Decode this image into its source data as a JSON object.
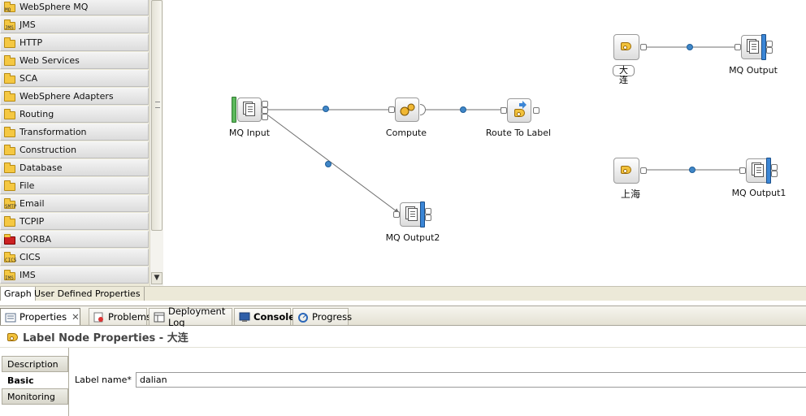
{
  "palette": {
    "items": [
      {
        "label": "WebSphere MQ",
        "icon": "mq-folder-icon",
        "tag": "MQ"
      },
      {
        "label": "JMS",
        "icon": "jms-folder-icon",
        "tag": "JMS"
      },
      {
        "label": "HTTP",
        "icon": "http-folder-icon",
        "tag": ""
      },
      {
        "label": "Web Services",
        "icon": "web-services-folder-icon",
        "tag": ""
      },
      {
        "label": "SCA",
        "icon": "sca-folder-icon",
        "tag": ""
      },
      {
        "label": "WebSphere Adapters",
        "icon": "adapters-folder-icon",
        "tag": ""
      },
      {
        "label": "Routing",
        "icon": "routing-folder-icon",
        "tag": ""
      },
      {
        "label": "Transformation",
        "icon": "transformation-folder-icon",
        "tag": ""
      },
      {
        "label": "Construction",
        "icon": "construction-folder-icon",
        "tag": ""
      },
      {
        "label": "Database",
        "icon": "database-folder-icon",
        "tag": ""
      },
      {
        "label": "File",
        "icon": "file-folder-icon",
        "tag": ""
      },
      {
        "label": "Email",
        "icon": "email-folder-icon",
        "tag": "SMTP"
      },
      {
        "label": "TCPIP",
        "icon": "tcpip-folder-icon",
        "tag": ""
      },
      {
        "label": "CORBA",
        "icon": "corba-folder-icon",
        "tag": ""
      },
      {
        "label": "CICS",
        "icon": "cics-folder-icon",
        "tag": "CICS"
      },
      {
        "label": "IMS",
        "icon": "ims-folder-icon",
        "tag": "IMS"
      }
    ]
  },
  "canvas": {
    "nodes": {
      "mq_input": "MQ Input",
      "compute": "Compute",
      "route_to_label": "Route To Label",
      "mq_output2": "MQ Output2",
      "label_dalian": "大连",
      "mq_output": "MQ Output",
      "label_shanghai": "上海",
      "mq_output1": "MQ Output1"
    },
    "colors": {
      "connection": "#6f6f6f",
      "bend_point": "#3f86c7",
      "input_bar": "#5cb85c",
      "output_bar": "#3b86d6"
    }
  },
  "editor_tabs": {
    "graph": "Graph",
    "user_defined": "User Defined Properties"
  },
  "views": {
    "properties": "Properties",
    "problems": "Problems",
    "deployment_log": "Deployment Log",
    "console": "Console",
    "progress": "Progress"
  },
  "properties_panel": {
    "title": "Label Node Properties - 大连",
    "tabs": {
      "description": "Description",
      "basic": "Basic",
      "monitoring": "Monitoring"
    },
    "label_name_caption": "Label name*",
    "label_name_value": "dalian"
  }
}
